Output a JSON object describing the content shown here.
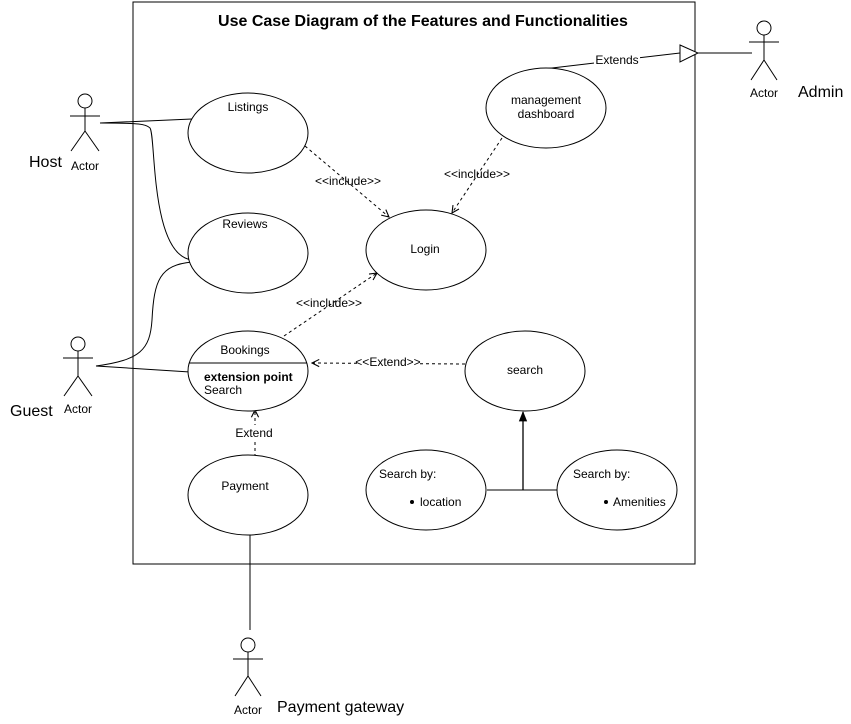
{
  "title": "Use Case Diagram of the Features and Functionalities",
  "actors": {
    "host": {
      "caption": "Actor",
      "role": "Host"
    },
    "guest": {
      "caption": "Actor",
      "role": "Guest"
    },
    "admin": {
      "caption": "Actor",
      "role": "Admin"
    },
    "payment": {
      "caption": "Actor",
      "role": "Payment gateway"
    }
  },
  "use_cases": {
    "listings": "Listings",
    "reviews": "Reviews",
    "login": "Login",
    "bookings": "Bookings",
    "extension_point_title": "extension point",
    "extension_point_value": "Search",
    "payment": "Payment",
    "management_line1": "management",
    "management_line2": "dashboard",
    "search": "search",
    "search_location_title": "Search by:",
    "search_location_item": "location",
    "search_amenities_title": "Search by:",
    "search_amenities_item": "Amenities"
  },
  "relations": {
    "include_listings": "<<include>>",
    "include_management": "<<include>>",
    "include_bookings": "<<include>>",
    "extend_search": "<<Extend>>",
    "extend_payment": "Extend",
    "extends_admin": "Extends"
  }
}
